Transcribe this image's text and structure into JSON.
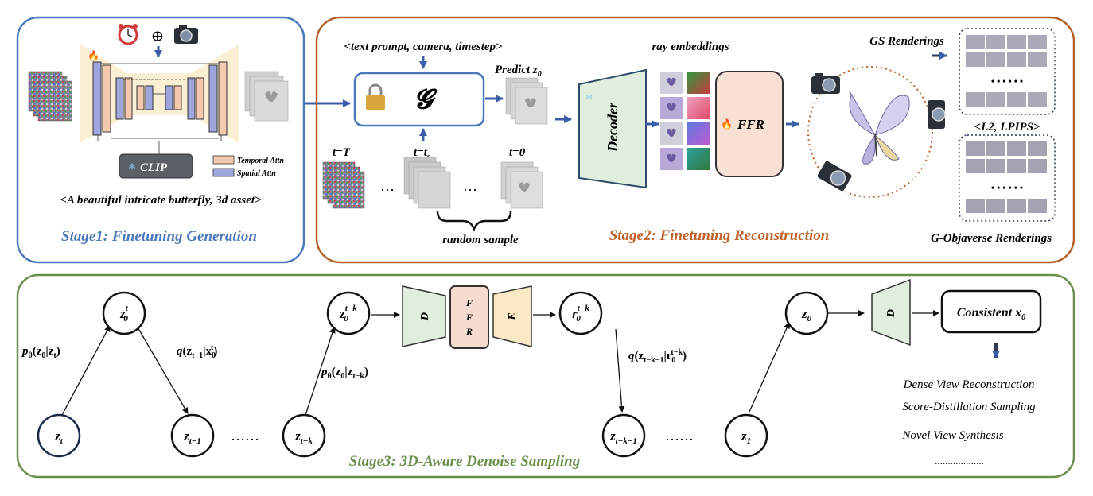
{
  "stage1": {
    "label": "Stage1: Finetuning Generation",
    "prompt": "<A beautiful intricate butterfly,  3d asset>",
    "clip_label": "CLIP",
    "legend": [
      {
        "label": "Temporal Attn",
        "color": "#f4c9b0"
      },
      {
        "label": "Spatial Attn",
        "color": "#9fa6de"
      }
    ],
    "oplus": "⊕"
  },
  "stage2": {
    "label": "Stage2: Finetuning Reconstruction",
    "condition": "<text prompt, camera, timestep>",
    "generator_symbol": "𝓖",
    "predict_label": "Predict",
    "predict_var": "z",
    "predict_sub": "0",
    "timesteps": [
      "t=T",
      "t=t",
      "t=0"
    ],
    "timestep_sub": "s",
    "ellipsis": "…",
    "random_sample": "random sample",
    "ray_embeddings": "ray embeddings",
    "decoder": "Decoder",
    "ffr": "FFR",
    "gs_renderings": "GS Renderings",
    "loss": "<L2, LPIPS>",
    "dots": "• • • • • •",
    "gobj_renderings": "G-Objaverse Renderings"
  },
  "stage3": {
    "label": "Stage3: 3D-Aware Denoise Sampling",
    "block_d": "D",
    "block_ffr": [
      "F",
      "F",
      "R"
    ],
    "block_e": "E",
    "consistent": "Consistent",
    "consistent_var": "x",
    "consistent_sub": "0",
    "dots": "……",
    "applications": [
      "Dense View Reconstruction",
      "Score-Distillation Sampling",
      "Novel View Synthesis",
      "..................."
    ],
    "formulas": {
      "p1": [
        "p",
        "θ",
        "(z",
        "0",
        "|z",
        "t",
        ")"
      ],
      "q1": [
        "q",
        "(z",
        "t−1",
        "|x",
        "0",
        "t",
        ")"
      ],
      "p2": [
        "p",
        "θ",
        "(z",
        "0",
        "|z",
        "t−k",
        ")"
      ],
      "q2": [
        "q",
        "(z",
        "t−k−1",
        "|r",
        "0",
        "t−k",
        ")"
      ]
    },
    "nodes": [
      {
        "id": "zt",
        "v": "z",
        "sub": "t",
        "sup": ""
      },
      {
        "id": "z0t",
        "v": "z",
        "sub": "0",
        "sup": "t"
      },
      {
        "id": "zt1",
        "v": "z",
        "sub": "t−1",
        "sup": ""
      },
      {
        "id": "ztk",
        "v": "z",
        "sub": "t−k",
        "sup": ""
      },
      {
        "id": "z0tk",
        "v": "z",
        "sub": "0",
        "sup": "t−k"
      },
      {
        "id": "r0tk",
        "v": "r",
        "sub": "0",
        "sup": "t−k"
      },
      {
        "id": "ztk1",
        "v": "z",
        "sub": "t−k−1",
        "sup": ""
      },
      {
        "id": "z1",
        "v": "z",
        "sub": "1",
        "sup": ""
      },
      {
        "id": "z0",
        "v": "z",
        "sub": "0",
        "sup": ""
      }
    ]
  },
  "colors": {
    "stage1_border": "#4a78b8",
    "stage2_border": "#b5622a",
    "stage3_border": "#6a8f4a",
    "stage1_text": "#4a78b8",
    "stage2_text": "#c0622a",
    "stage3_text": "#6a8f4a",
    "arrow": "#3b5ea8",
    "block_green": "#dfeedd",
    "block_pink": "#f6dcd0",
    "block_yellow": "#fbe9c6"
  }
}
